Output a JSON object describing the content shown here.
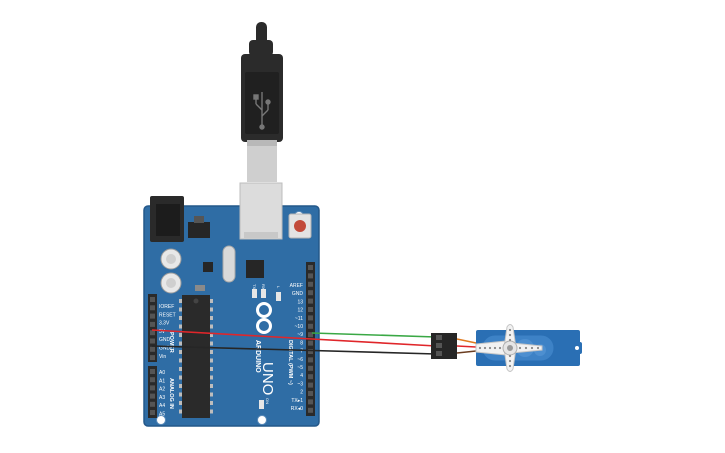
{
  "board": {
    "logo_text": "ARDUINO",
    "model": "UNO",
    "section_power": "POWER",
    "section_analog": "ANALOG IN",
    "section_digital": "DIGITAL (PWM ~)",
    "led_tx": "TX",
    "led_rx": "RX",
    "led_l": "L",
    "led_on": "ON",
    "power_pins": [
      "IOREF",
      "RESET",
      "3.3V",
      "5V",
      "GND",
      "GND",
      "Vin"
    ],
    "analog_pins": [
      "A0",
      "A1",
      "A2",
      "A3",
      "A4",
      "A5"
    ],
    "digital_pins": [
      "AREF",
      "GND",
      "13",
      "12",
      "~11",
      "~10",
      "~9",
      "8",
      "7",
      "~6",
      "~5",
      "4",
      "~3",
      "2",
      "TX▸1",
      "RX◂0"
    ]
  },
  "colors": {
    "board": "#2f6da5",
    "board_edge": "#24588a",
    "wire_signal": "#3aa845",
    "wire_power": "#e0262a",
    "wire_ground": "#262626",
    "servo": "#2a6fb4",
    "usb_cable": "#2b2b2b"
  },
  "icons": [
    "usb-icon",
    "reset-button",
    "arduino-logo-icon"
  ]
}
